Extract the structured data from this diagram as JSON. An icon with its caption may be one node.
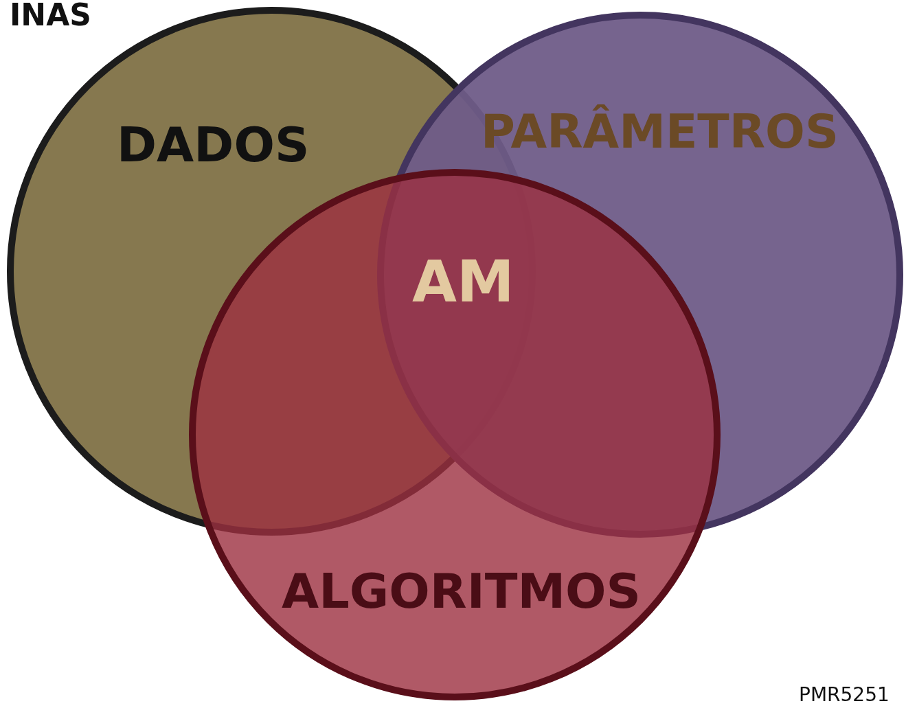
{
  "diagram": {
    "nodes": [
      {
        "text": [
          "DADOS"
        ]
      },
      {
        "text": [
          "PARÂMETROS"
        ]
      },
      {
        "text": [
          "ALGORITMOS"
        ]
      }
    ],
    "labels": [
      "INAS",
      "AM",
      "PMR5251"
    ]
  }
}
